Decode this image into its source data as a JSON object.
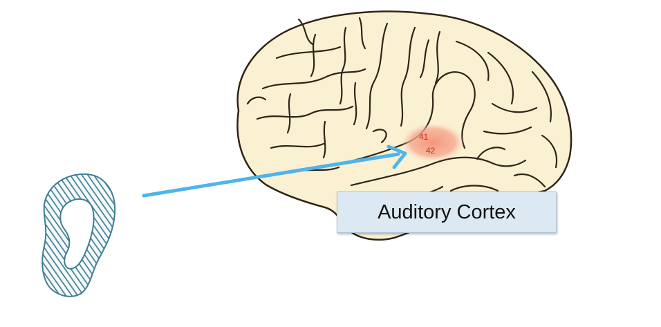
{
  "diagram": {
    "area_labels": {
      "area_41": "41",
      "area_42": "42"
    },
    "callout": {
      "label": "Auditory Cortex"
    },
    "colors": {
      "brain_fill": "#faf0d2",
      "sulci": "#2e2416",
      "highlight": "#f39178",
      "arrow": "#4fb4ec",
      "ear_stroke": "#3f7d93",
      "label_box": "#dde9f2",
      "area_text": "#d42020"
    },
    "icons": {
      "ear": "ear-icon",
      "brain": "brain-illustration",
      "arrow": "arrow-icon"
    }
  }
}
